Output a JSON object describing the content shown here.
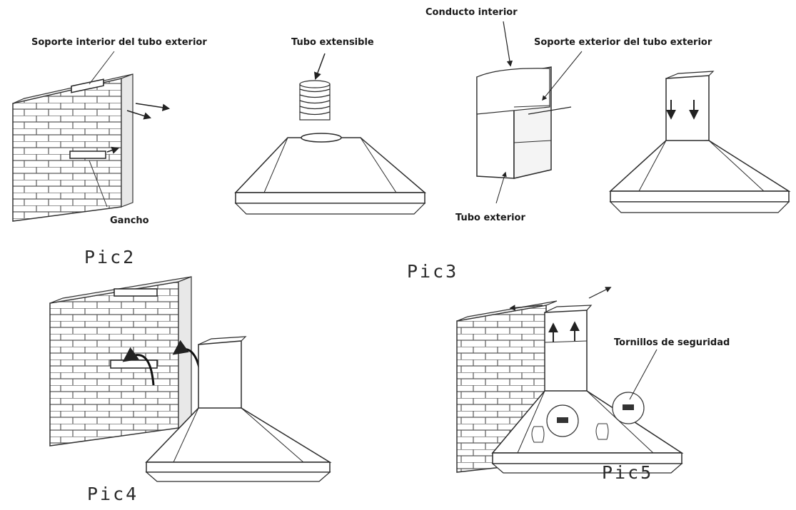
{
  "labels": {
    "pic2_bracket": "Soporte interior del tubo exterior",
    "pic2_hook": "Gancho",
    "pic2_extension": "Tubo extensible",
    "pic3_inner_duct": "Conducto interior",
    "pic3_outer_bracket": "Soporte exterior del tubo exterior",
    "pic3_outer_tube": "Tubo exterior",
    "pic5_screws": "Tornillos de seguridad"
  },
  "captions": {
    "pic2": "Pic2",
    "pic3": "Pic3",
    "pic4": "Pic4",
    "pic5": "Pic5"
  },
  "colors": {
    "line": "#2b2b2b",
    "brick": "#5a5a5a",
    "background": "#ffffff"
  }
}
